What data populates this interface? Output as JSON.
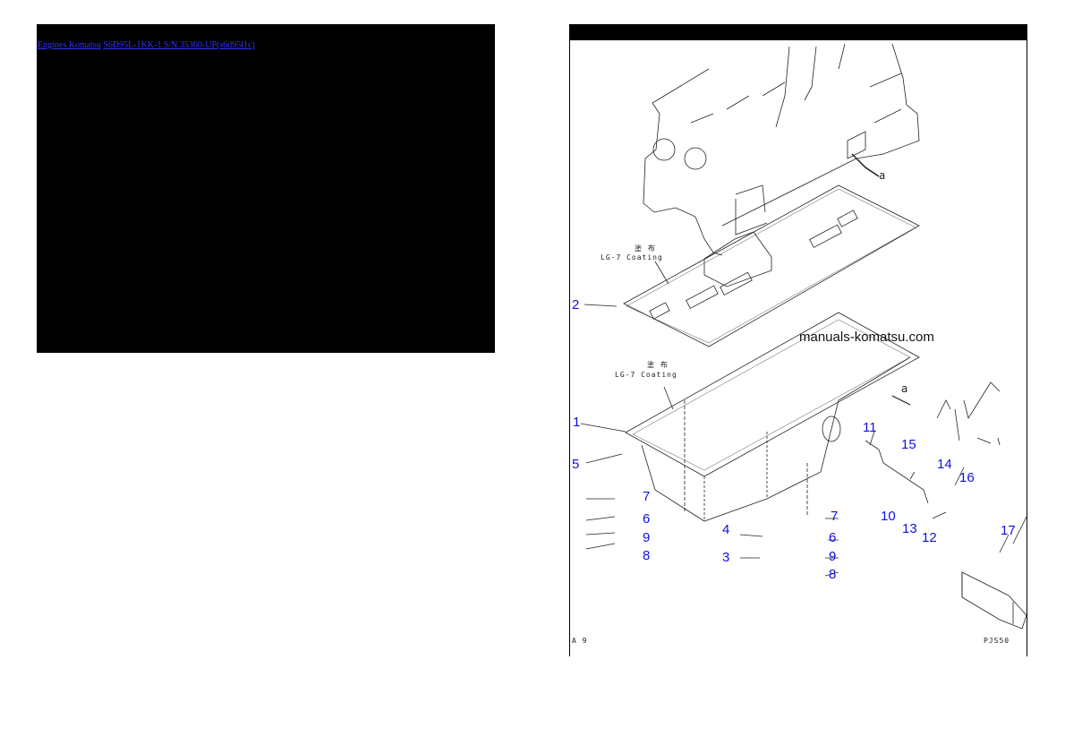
{
  "breadcrumb": {
    "items": [
      {
        "label": "Engines Komatsu"
      },
      {
        "label": "S6D95L-1KK-1 S/N 35360-UP(s6d95l1c)"
      }
    ]
  },
  "diagram": {
    "watermark": "manuals-komatsu.com",
    "coating_labels": [
      {
        "jp": "塗 布",
        "en": "LG-7 Coating"
      },
      {
        "jp": "塗 布",
        "en": "LG-7 Coating"
      }
    ],
    "view_marker": "a",
    "footer_left": "A 9",
    "footer_right": "PJS50",
    "callouts": [
      {
        "id": "2",
        "label": "2"
      },
      {
        "id": "1",
        "label": "1"
      },
      {
        "id": "5",
        "label": "5"
      },
      {
        "id": "7a",
        "label": "7"
      },
      {
        "id": "6a",
        "label": "6"
      },
      {
        "id": "9a",
        "label": "9"
      },
      {
        "id": "8a",
        "label": "8"
      },
      {
        "id": "4",
        "label": "4"
      },
      {
        "id": "3",
        "label": "3"
      },
      {
        "id": "7b",
        "label": "7"
      },
      {
        "id": "6b",
        "label": "6"
      },
      {
        "id": "9b",
        "label": "9"
      },
      {
        "id": "8b",
        "label": "8"
      },
      {
        "id": "11",
        "label": "11"
      },
      {
        "id": "15",
        "label": "15"
      },
      {
        "id": "14",
        "label": "14"
      },
      {
        "id": "16",
        "label": "16"
      },
      {
        "id": "10",
        "label": "10"
      },
      {
        "id": "13",
        "label": "13"
      },
      {
        "id": "12",
        "label": "12"
      },
      {
        "id": "17",
        "label": "17"
      }
    ]
  },
  "colors": {
    "callout": "#1010e0",
    "link": "#3333ff",
    "panel": "#000000"
  }
}
